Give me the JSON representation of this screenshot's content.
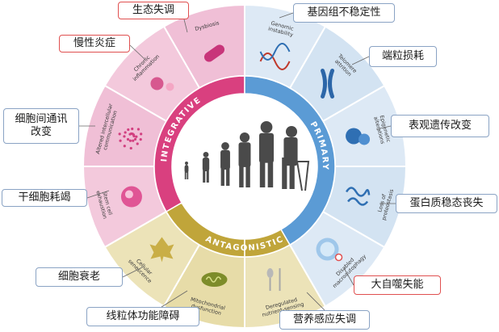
{
  "categories": {
    "integrative": "INTEGRATIVE",
    "primary": "PRIMARY",
    "antagonistic": "ANTAGONISTIC"
  },
  "segments": [
    {
      "name": "dysbiosis",
      "label": [
        "Dysbiosis"
      ],
      "callout": "生态失调",
      "highlight": true,
      "color": "#f0bfd6"
    },
    {
      "name": "chronic-inflammation",
      "label": [
        "Chronic",
        "inflammation"
      ],
      "callout": "慢性炎症",
      "highlight": true,
      "color": "#f3c9dc"
    },
    {
      "name": "altered-communication",
      "label": [
        "Altered intercellular",
        "communication"
      ],
      "callout_lines": [
        "细胞间通讯",
        "改变"
      ],
      "highlight": false,
      "color": "#f0bfd6"
    },
    {
      "name": "stem-cell-exhaustion",
      "label": [
        "Stem cell",
        "exhaustion"
      ],
      "callout": "干细胞耗竭",
      "highlight": false,
      "color": "#f3c9dc"
    },
    {
      "name": "cellular-senescence",
      "label": [
        "Cellular",
        "senescence"
      ],
      "callout": "细胞衰老",
      "highlight": false,
      "color": "#ece3b8"
    },
    {
      "name": "mitochondrial-dysfunction",
      "label": [
        "Mitochondrial",
        "dysfunction"
      ],
      "callout": "线粒体功能障碍",
      "highlight": false,
      "color": "#e7dca8"
    },
    {
      "name": "deregulated-nutrient-sensing",
      "label": [
        "Deregulated",
        "nutrient-sensing"
      ],
      "callout": "营养感应失调",
      "highlight": false,
      "color": "#ece3b8"
    },
    {
      "name": "disabled-macroautophagy",
      "label": [
        "Disabled",
        "macroautophagy"
      ],
      "callout": "大自噬失能",
      "highlight": true,
      "color": "#dde9f5"
    },
    {
      "name": "loss-of-proteostasis",
      "label": [
        "Loss of",
        "proteostasis"
      ],
      "callout": "蛋白质稳态丧失",
      "highlight": false,
      "color": "#d3e3f2"
    },
    {
      "name": "epigenetic-alterations",
      "label": [
        "Epigenetic",
        "alterations"
      ],
      "callout": "表观遗传改变",
      "highlight": false,
      "color": "#dde9f5"
    },
    {
      "name": "telomere-attrition",
      "label": [
        "Telomere",
        "attrition"
      ],
      "callout": "端粒损耗",
      "highlight": false,
      "color": "#d3e3f2"
    },
    {
      "name": "genomic-instability",
      "label": [
        "Genomic",
        "instability"
      ],
      "callout": "基因组不稳定性",
      "highlight": false,
      "color": "#dde9f5"
    }
  ],
  "colors": {
    "integrative": "#d9407f",
    "integrative_light": "#f0bfd6",
    "primary": "#5b9bd5",
    "antagonistic": "#c0a53a",
    "highlight_border": "#e05050",
    "normal_border": "#8aa3c4"
  }
}
